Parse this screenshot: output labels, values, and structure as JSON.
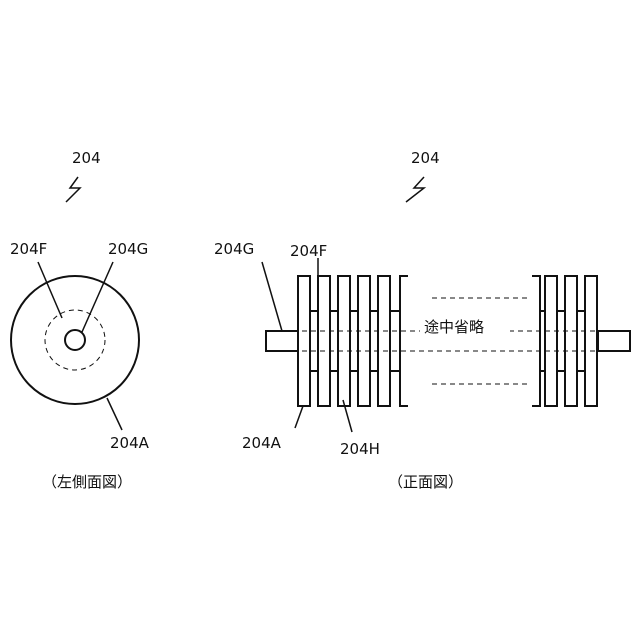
{
  "left_view": {
    "ref_number": "204",
    "label_outer_face": "204F",
    "label_core": "204G",
    "label_disc": "204A",
    "caption": "（左側面図）"
  },
  "front_view": {
    "ref_number": "204",
    "label_shaft": "204G",
    "label_face": "204F",
    "label_plate": "204A",
    "label_gap": "204H",
    "omitted_text": "途中省略",
    "caption": "（正面図）"
  }
}
